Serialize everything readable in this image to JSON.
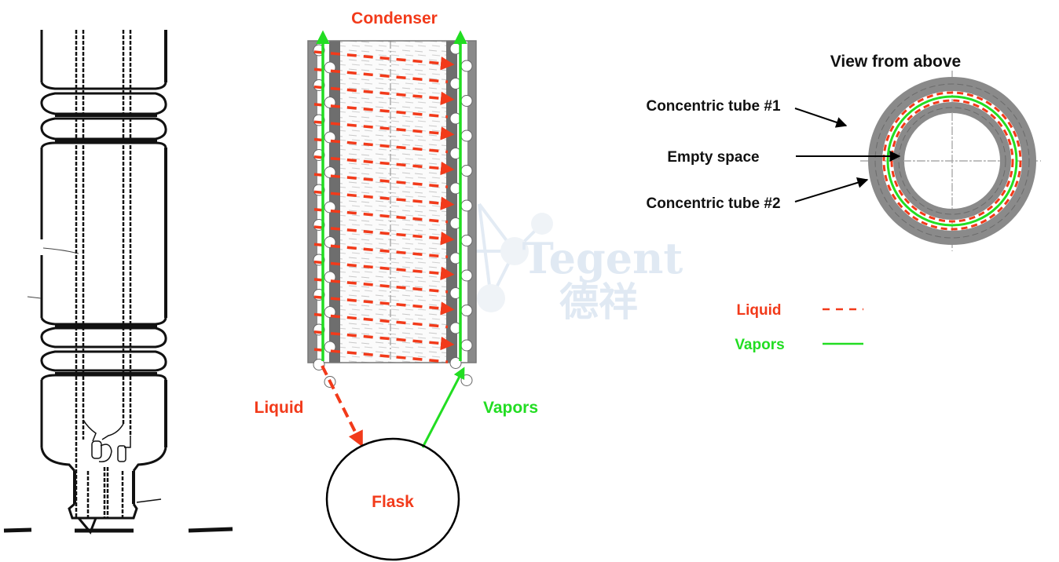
{
  "colors": {
    "liquid": "#f23a1a",
    "vapors": "#22dd22",
    "text": "#111111",
    "tube_gray": "#8a8a8a",
    "tube_dark": "#6e6e6e",
    "watermark": "#dde7f2"
  },
  "condenser": {
    "title": "Condenser"
  },
  "flow": {
    "liquid_label": "Liquid",
    "vapors_label": "Vapors",
    "flask_label": "Flask"
  },
  "top_view": {
    "title": "View from above",
    "callouts": [
      {
        "label": "Concentric tube #1"
      },
      {
        "label": "Empty space"
      },
      {
        "label": "Concentric tube #2"
      }
    ]
  },
  "legend": {
    "items": [
      {
        "label": "Liquid",
        "style": "dashed",
        "color": "#f23a1a"
      },
      {
        "label": "Vapors",
        "style": "solid",
        "color": "#22dd22"
      }
    ]
  },
  "watermark": {
    "latin": "Tegent",
    "chinese": "德祥"
  }
}
